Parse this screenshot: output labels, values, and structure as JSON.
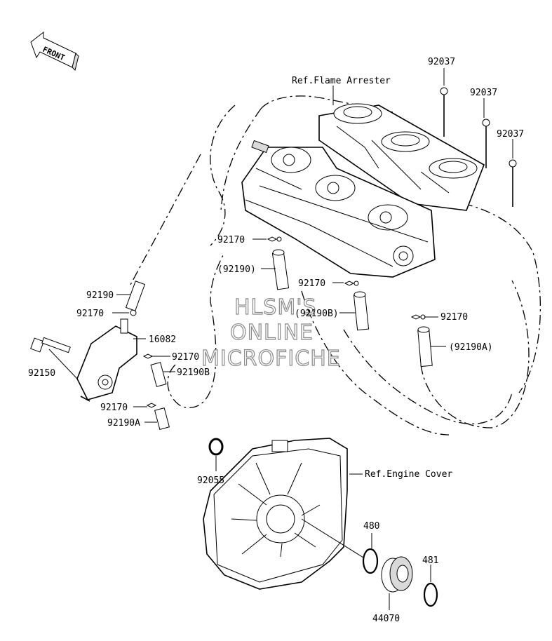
{
  "front_arrow": {
    "label": "FRONT"
  },
  "references": {
    "flame_arrester": "Ref.Flame Arrester",
    "engine_cover": "Ref.Engine Cover"
  },
  "watermark": [
    "HLSM'S",
    "ONLINE",
    "MICROFICHE"
  ],
  "parts": {
    "p92037a": "92037",
    "p92037b": "92037",
    "p92037c": "92037",
    "p92170a": "92170",
    "p92190paren": "(92190)",
    "p92170b": "92170",
    "p92190Bparen": "(92190B)",
    "p92170c": "92170",
    "p92190Aparen": "(92190A)",
    "p92190": "92190",
    "p92170d": "92170",
    "p16082": "16082",
    "p92150": "92150",
    "p92170e": "92170",
    "p92190B": "92190B",
    "p92170f": "92170",
    "p92190A": "92190A",
    "p92055": "92055",
    "p480": "480",
    "p481": "481",
    "p44070": "44070"
  }
}
